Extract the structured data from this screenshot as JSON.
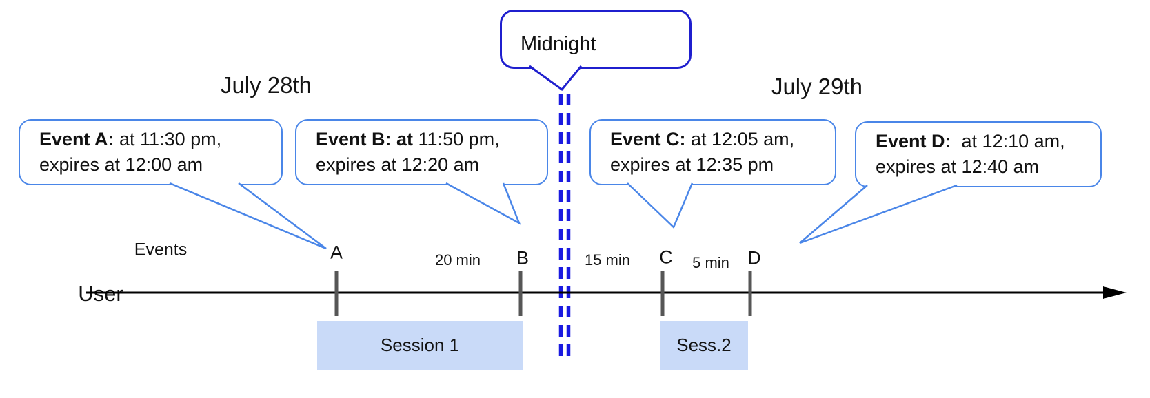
{
  "titles": {
    "left": "July 28th",
    "right": "July 29th"
  },
  "midnight": {
    "label": "Midnight"
  },
  "axis": {
    "events_label": "Events",
    "user_label": "User"
  },
  "events": [
    {
      "tick_label": "A",
      "callout_bold": "Event A:",
      "callout_rest": " at 11:30 pm,",
      "callout_line2": "expires at 12:00 am"
    },
    {
      "tick_label": "B",
      "callout_bold": "Event B: at",
      "callout_rest": " 11:50 pm,",
      "callout_line2": "expires at 12:20 am"
    },
    {
      "tick_label": "C",
      "callout_bold": "Event C:",
      "callout_rest": " at 12:05 am,",
      "callout_line2": "expires at 12:35 pm"
    },
    {
      "tick_label": "D",
      "callout_bold": "Event D:",
      "callout_rest": "  at 12:10 am,",
      "callout_line2": "expires at 12:40 am"
    }
  ],
  "intervals": [
    "20 min",
    "15 min",
    "5 min"
  ],
  "sessions": [
    "Session 1",
    "Sess.2"
  ],
  "colors": {
    "callout_border": "#4a86e8",
    "midnight_border": "#1f1fce",
    "dash_blue": "#1a1ae0",
    "session_fill": "#c9daf8",
    "tick_gray": "#565656",
    "axis_black": "#000000"
  }
}
